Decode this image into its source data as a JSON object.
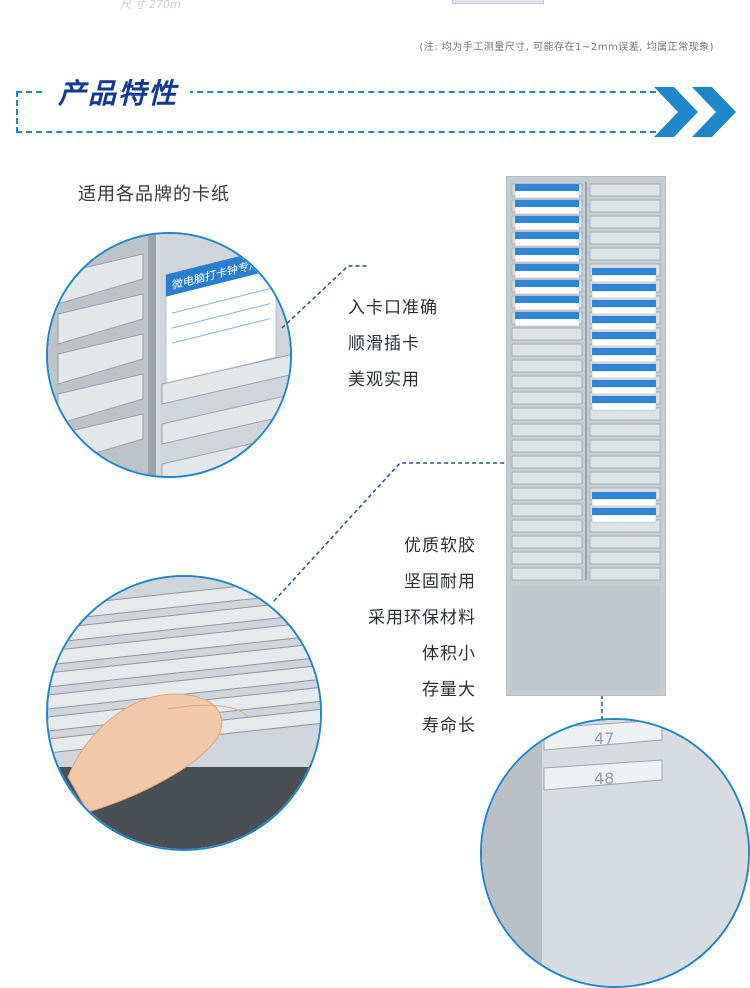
{
  "note": "(注: 均为手工测量尺寸, 可能存在1~2mm误差, 均属正常现象)",
  "top_scrap": "尺  寸      270m",
  "header": {
    "title": "产品特性"
  },
  "caption_brand": "适用各品牌的卡纸",
  "features_group1": [
    "入卡口准确",
    "顺滑插卡",
    "美观实用"
  ],
  "features_group2": [
    "优质软胶",
    "坚固耐用",
    "采用环保材料",
    "体积小",
    "存量大",
    "寿命长"
  ],
  "card_header_text": "微电脑打卡钟专用",
  "slot_numbers": [
    "47",
    "48"
  ],
  "colors": {
    "accent_blue": "#1f86c8",
    "title_blue": "#123a8e",
    "rack_gray": "#c6ccd1"
  }
}
